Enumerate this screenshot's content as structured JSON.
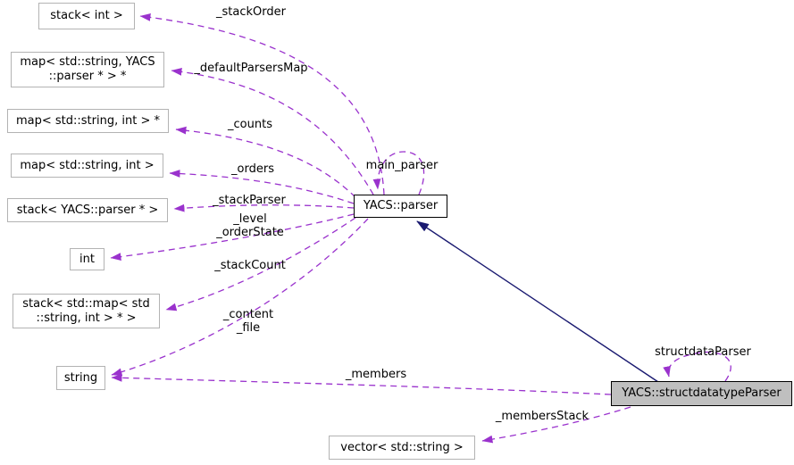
{
  "nodes": {
    "stack_int": {
      "label": "stack< int >"
    },
    "map_string_yacs_parser_ptr": {
      "lines": [
        "map< std::string, YACS",
        "::parser * > *"
      ]
    },
    "map_string_int_ptr": {
      "label": "map< std::string, int > *"
    },
    "map_string_int": {
      "label": "map< std::string, int >"
    },
    "stack_yacs_parser_ptr": {
      "label": "stack< YACS::parser * >"
    },
    "int": {
      "label": "int"
    },
    "stack_map_string_int_ptr": {
      "lines": [
        "stack< std::map< std",
        "::string, int > * >"
      ]
    },
    "string": {
      "label": "string"
    },
    "vector_std_string": {
      "label": "vector< std::string >"
    },
    "yacs_parser": {
      "label": "YACS::parser"
    },
    "yacs_structdatatypeparser": {
      "label": "YACS::structdatatypeParser"
    }
  },
  "edge_labels": {
    "stack_order": "_stackOrder",
    "default_parsers_map": "_defaultParsersMap",
    "counts": "_counts",
    "orders": "_orders",
    "stack_parser": "_stackParser",
    "level": "_level",
    "order_state": "_orderState",
    "stack_count": "_stackCount",
    "content": "_content",
    "file": "_file",
    "main_parser": "main_parser",
    "struct_data_parser": "structdataParser",
    "members": "_members",
    "members_stack": "_membersStack"
  },
  "colors": {
    "member_edge": "#9a32cd",
    "inheritance_edge": "#191970",
    "highlight_fill": "#bfbfbf",
    "plain_border": "#b3b3b3",
    "text": "#000000"
  }
}
